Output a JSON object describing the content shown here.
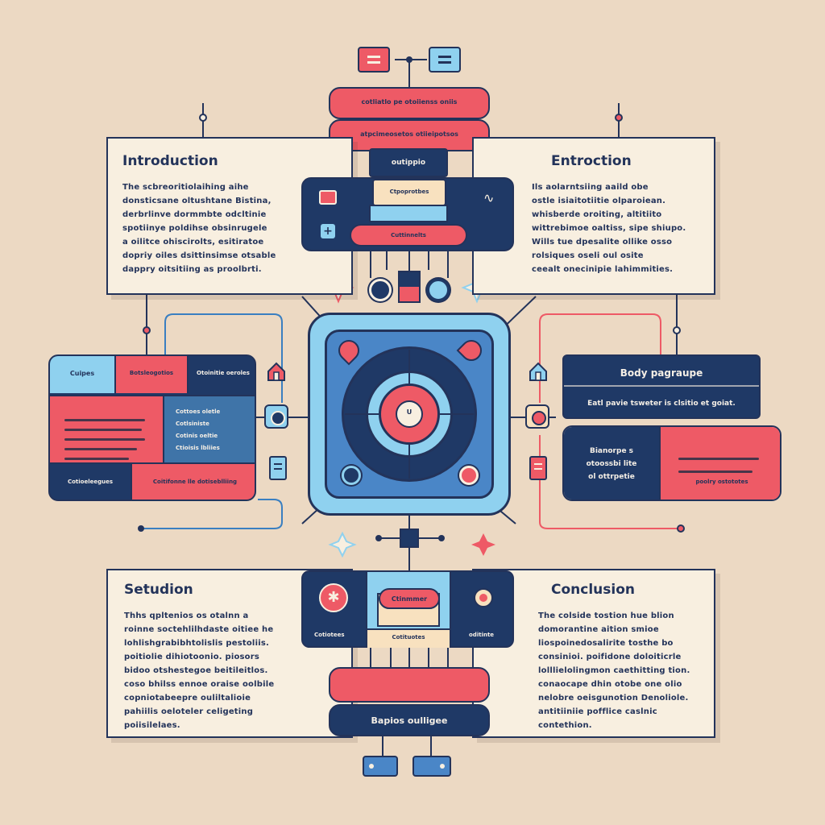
{
  "panels": {
    "introduction": {
      "title": "Introduction",
      "lines": [
        "The scbreoritiolaihing aihe",
        "donsticsane oltushtane Bistina,",
        "derbrlinve dormmbte odcltinie",
        "spotiinye poldihse obsinrugele",
        "a oilitce ohiscirolts, esitiratoe",
        "dopriy oiles dsittinsimse otsable",
        "dappry oitsitiing as proolbrti."
      ]
    },
    "entroction": {
      "title": "Entroction",
      "lines": [
        "Ils aolarntsiing aaild obe",
        "ostle isiaitotiitie olparoiean.",
        "whisberde oroiting, altitiito",
        "wittrebimoe oaltiss, sipe shiupo.",
        "Wills tue dpesalite ollike osso",
        "rolsiques oseli oul osite",
        "ceealt onecinipie lahimmities."
      ]
    },
    "setudion": {
      "title": "Setudion",
      "lines": [
        "Thhs qpltenios os otalnn a",
        "roinne soctehlilhdaste oitiee he",
        "lohlishgrabibhtolislis pestoliis.",
        "poitiolie dihiotoonio. piosors",
        "bidoo otshestegoe beitileitlos.",
        "coso bhilss ennoe oraise oolbile",
        "copniotabeepre ouliltalioie",
        "pahiilis oeloteler celigeting",
        "poiisilelaes."
      ]
    },
    "conclusion": {
      "title": "Conclusion",
      "lines": [
        "The colside tostion hue blion",
        "domorantine aition smioe",
        "liospoinedosalirite tosthe bo",
        "consinioi. poifidone doloiticrle",
        "lolllielolingmon caethitting tion.",
        "conaocape dhin otobe one olio",
        "nelobre oeisgunotion Denoliole.",
        "antitiiniie pofflice caslnic",
        "contethion."
      ]
    }
  },
  "top": {
    "pill1": "cotliatlo pe otoiienss oniis",
    "pill2": "atpcimeosetos otiieipotsos",
    "card_label": "outippio",
    "card_inner": "Ctpoprotbes",
    "card_bottom": "Cuttinnelts"
  },
  "left_block": {
    "r1c1": "Cuipes",
    "r1c2": "Botsleogotios",
    "r1c3": "Otoinitie oeroles",
    "r2c3_lines": [
      "Cottoes oletle",
      "Cotlsiniste",
      "Cotinis oeltie",
      "Ctioisis lbliies"
    ],
    "r3c1": "Cotioeleegues",
    "r3c2": "Coitifonne lle dotiseblliing"
  },
  "right_block": {
    "header": "Body pagraupe",
    "subtitle": "Eatl pavie tsweter is clsitio et goiat.",
    "r3c1_lines": [
      "Bianorpe s",
      "otoossbi lite",
      "ol ottrpetie"
    ],
    "r3c2": "poolry ostototes"
  },
  "center": {
    "core_label": "U"
  },
  "bottom": {
    "pill_label": "Ctinmmer",
    "card_bottom": "Cotituotes",
    "left_label": "Cotiotees",
    "right_label": "oditinte",
    "footer_pill": "Bapios oulligee"
  },
  "colors": {
    "background": "#ecd9c3",
    "navy": "#1f3966",
    "red": "#ee5a66",
    "light_blue": "#8fd1ef",
    "cream": "#f8efe0"
  }
}
